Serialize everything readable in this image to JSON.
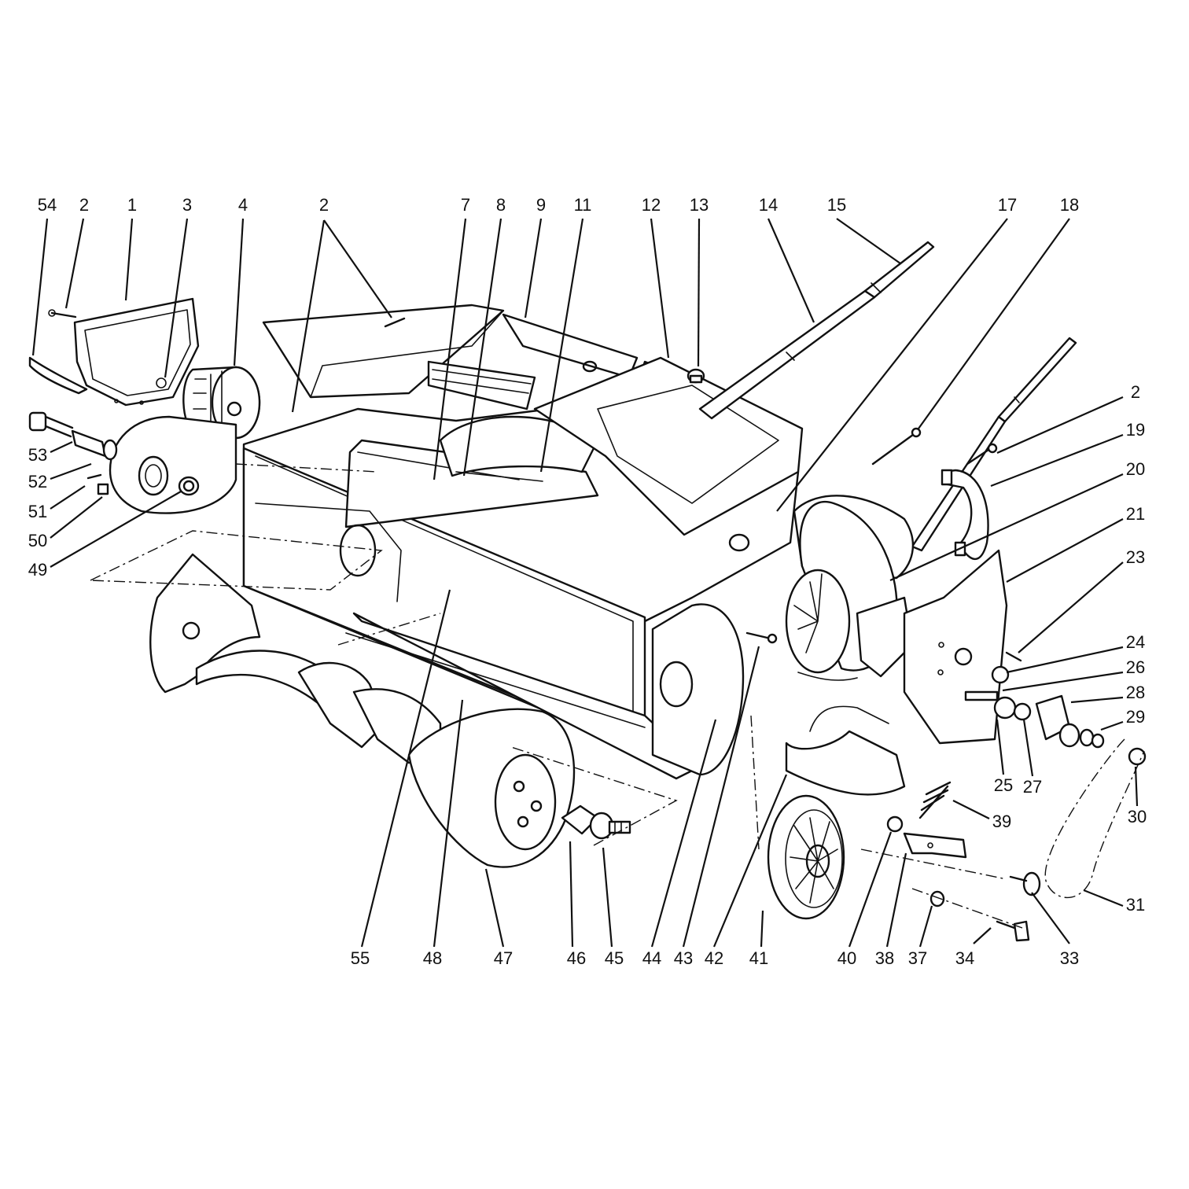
{
  "colors": {
    "line": "#111111",
    "background": "#ffffff"
  },
  "callouts": [
    {
      "id": "54",
      "label": "54"
    },
    {
      "id": "2a",
      "label": "2"
    },
    {
      "id": "1",
      "label": "1"
    },
    {
      "id": "3",
      "label": "3"
    },
    {
      "id": "4",
      "label": "4"
    },
    {
      "id": "2b",
      "label": "2"
    },
    {
      "id": "7",
      "label": "7"
    },
    {
      "id": "8",
      "label": "8"
    },
    {
      "id": "9",
      "label": "9"
    },
    {
      "id": "11",
      "label": "11"
    },
    {
      "id": "12",
      "label": "12"
    },
    {
      "id": "13",
      "label": "13"
    },
    {
      "id": "14",
      "label": "14"
    },
    {
      "id": "15",
      "label": "15"
    },
    {
      "id": "17",
      "label": "17"
    },
    {
      "id": "18",
      "label": "18"
    },
    {
      "id": "2c",
      "label": "2"
    },
    {
      "id": "19",
      "label": "19"
    },
    {
      "id": "20",
      "label": "20"
    },
    {
      "id": "21",
      "label": "21"
    },
    {
      "id": "23",
      "label": "23"
    },
    {
      "id": "24",
      "label": "24"
    },
    {
      "id": "26",
      "label": "26"
    },
    {
      "id": "28",
      "label": "28"
    },
    {
      "id": "29",
      "label": "29"
    },
    {
      "id": "25",
      "label": "25"
    },
    {
      "id": "27",
      "label": "27"
    },
    {
      "id": "30",
      "label": "30"
    },
    {
      "id": "31",
      "label": "31"
    },
    {
      "id": "39",
      "label": "39"
    },
    {
      "id": "53",
      "label": "53"
    },
    {
      "id": "52",
      "label": "52"
    },
    {
      "id": "51",
      "label": "51"
    },
    {
      "id": "50",
      "label": "50"
    },
    {
      "id": "49",
      "label": "49"
    },
    {
      "id": "55",
      "label": "55"
    },
    {
      "id": "48",
      "label": "48"
    },
    {
      "id": "47",
      "label": "47"
    },
    {
      "id": "46",
      "label": "46"
    },
    {
      "id": "45",
      "label": "45"
    },
    {
      "id": "44",
      "label": "44"
    },
    {
      "id": "43",
      "label": "43"
    },
    {
      "id": "42",
      "label": "42"
    },
    {
      "id": "41",
      "label": "41"
    },
    {
      "id": "40",
      "label": "40"
    },
    {
      "id": "38",
      "label": "38"
    },
    {
      "id": "37",
      "label": "37"
    },
    {
      "id": "34",
      "label": "34"
    },
    {
      "id": "33",
      "label": "33"
    }
  ]
}
